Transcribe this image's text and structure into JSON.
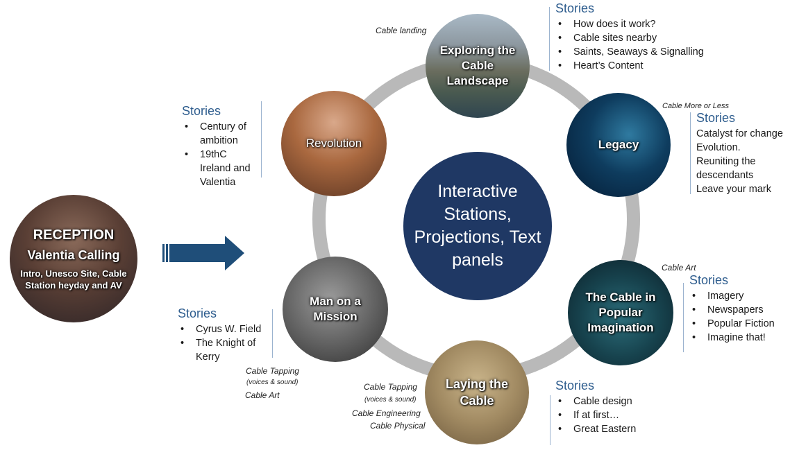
{
  "center": {
    "title": "Interactive Stations, Projections, Text panels"
  },
  "reception": {
    "title": "RECEPTION",
    "subtitle": "Valentia Calling",
    "detail": "Intro, Unesco Site, Cable Station heyday and AV"
  },
  "stations": {
    "exploring": {
      "label": "Exploring the Cable Landscape",
      "note": "Cable landing",
      "stories_title": "Stories",
      "stories": [
        "How does it work?",
        "Cable sites nearby",
        "Saints, Seaways & Signalling",
        "Heart’s Content"
      ]
    },
    "legacy": {
      "label": "Legacy",
      "note": "Cable More or Less",
      "stories_title": "Stories",
      "stories": [
        "Catalyst for change",
        "Evolution.",
        "Reuniting the descendants",
        "Leave your mark"
      ]
    },
    "popular": {
      "label": "The Cable in Popular Imagination",
      "note": "Cable Art",
      "stories_title": "Stories",
      "stories": [
        "Imagery",
        "Newspapers",
        "Popular Fiction",
        "Imagine that!"
      ]
    },
    "laying": {
      "label": "Laying the Cable",
      "notes": [
        "Cable Tapping",
        "(voices & sound)",
        "Cable Engineering",
        "Cable Physical"
      ],
      "stories_title": "Stories",
      "stories": [
        "Cable design",
        "If at first…",
        "Great Eastern"
      ]
    },
    "mission": {
      "label": "Man on a Mission",
      "notes": [
        "Cable Tapping",
        "(voices & sound)",
        "Cable Art"
      ],
      "stories_title": "Stories",
      "stories": [
        "Cyrus W. Field",
        "The Knight of Kerry"
      ]
    },
    "revolution": {
      "label": "Revolution",
      "stories_title": "Stories",
      "stories": [
        "Century of ambition",
        "19thC Ireland and Valentia"
      ]
    }
  },
  "colors": {
    "navy": "#1f3864",
    "ring": "#b9b9b9",
    "arrow": "#1f4e79",
    "stories_heading": "#2e5d8e"
  },
  "icons": {
    "arrow": "right-arrow-icon"
  }
}
